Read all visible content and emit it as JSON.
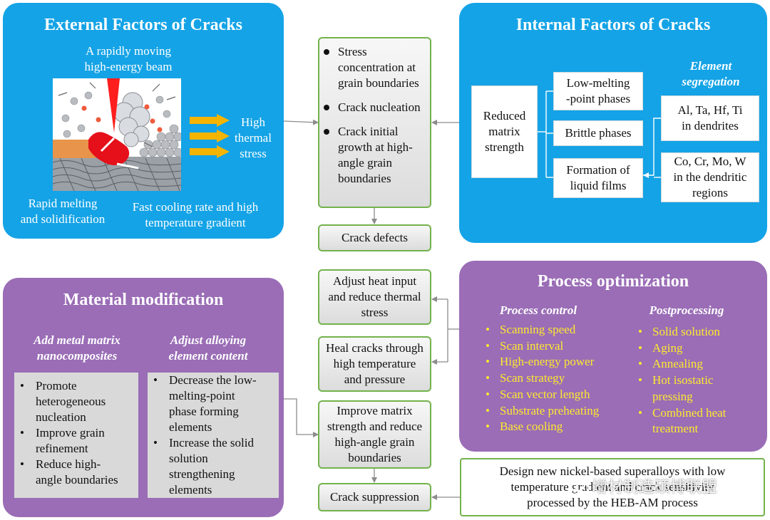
{
  "external": {
    "title": "External Factors of Cracks",
    "beam_label": [
      "A rapidly moving",
      "high-energy beam"
    ],
    "high_thermal_stress": [
      "High",
      "thermal",
      "stress"
    ],
    "rapid_melting": [
      "Rapid melting",
      "and solidification"
    ],
    "fast_cooling": [
      "Fast cooling rate and high",
      "temperature gradient"
    ]
  },
  "mechanism": {
    "items": [
      "Stress concentration at grain boundaries",
      "Crack nucleation",
      "Crack initial growth at high-angle grain boundaries"
    ],
    "crack_defects": "Crack defects"
  },
  "internal": {
    "title": "Internal Factors of Cracks",
    "reduced": [
      "Reduced",
      "matrix",
      "strength"
    ],
    "low_melting": [
      "Low-melting",
      "-point phases"
    ],
    "brittle": "Brittle phases",
    "liquid_films": [
      "Formation of",
      "liquid films"
    ],
    "element_segregation": [
      "Element",
      "segregation"
    ],
    "al_ta": [
      "Al, Ta, Hf, Ti",
      "in dendrites"
    ],
    "co_cr": [
      "Co, Cr, Mo, W",
      "in the dendritic",
      "regions"
    ]
  },
  "material": {
    "title": "Material modification",
    "sub1": [
      "Add metal matrix",
      "nanocomposites"
    ],
    "sub2": [
      "Adjust alloying",
      "element content"
    ],
    "list1": [
      [
        "Promote",
        "heterogeneous",
        "nucleation"
      ],
      [
        "Improve grain",
        "refinement"
      ],
      [
        "Reduce high-",
        "angle boundaries"
      ]
    ],
    "list2": [
      [
        "Decrease the low-",
        "melting-point",
        "phase forming",
        "elements"
      ],
      [
        "Increase the solid",
        "solution",
        "strengthening",
        "elements"
      ]
    ],
    "bullet": "•"
  },
  "center": {
    "adjust_heat": [
      "Adjust heat input",
      "and reduce thermal",
      "stress"
    ],
    "heal": [
      "Heal cracks through",
      "high temperature",
      "and pressure"
    ],
    "improve": [
      "Improve matrix",
      "strength and reduce",
      "high-angle grain",
      "boundaries"
    ],
    "crack_suppression": "Crack suppression"
  },
  "process": {
    "title": "Process optimization",
    "control_title": "Process control",
    "post_title": "Postprocessing",
    "control_items": [
      "Scanning speed",
      "Scan interval",
      "High-energy power",
      "Scan strategy",
      "Scan vector length",
      "Substrate preheating",
      "Base cooling"
    ],
    "post_items": [
      [
        "Solid solution"
      ],
      [
        "Aging"
      ],
      [
        "Annealing"
      ],
      [
        "Hot isostatic",
        "pressing"
      ],
      [
        "Combined heat",
        "treatment"
      ]
    ],
    "bullet": "•"
  },
  "design": {
    "lines": [
      "Design new nickel-based superalloys with low",
      "temperature gradient and crack sensitivity",
      "processed by the HEB-AM process"
    ]
  },
  "watermark": {
    "text": "增材制造硕博联盟",
    "icon": "wechat-icon"
  },
  "colors": {
    "blue_panel": "#14a3e6",
    "purple_panel": "#9a6db6",
    "green_border": "#73b24c",
    "yellow_text": "#ffea2e",
    "arrow_orange": "#f5b400"
  }
}
